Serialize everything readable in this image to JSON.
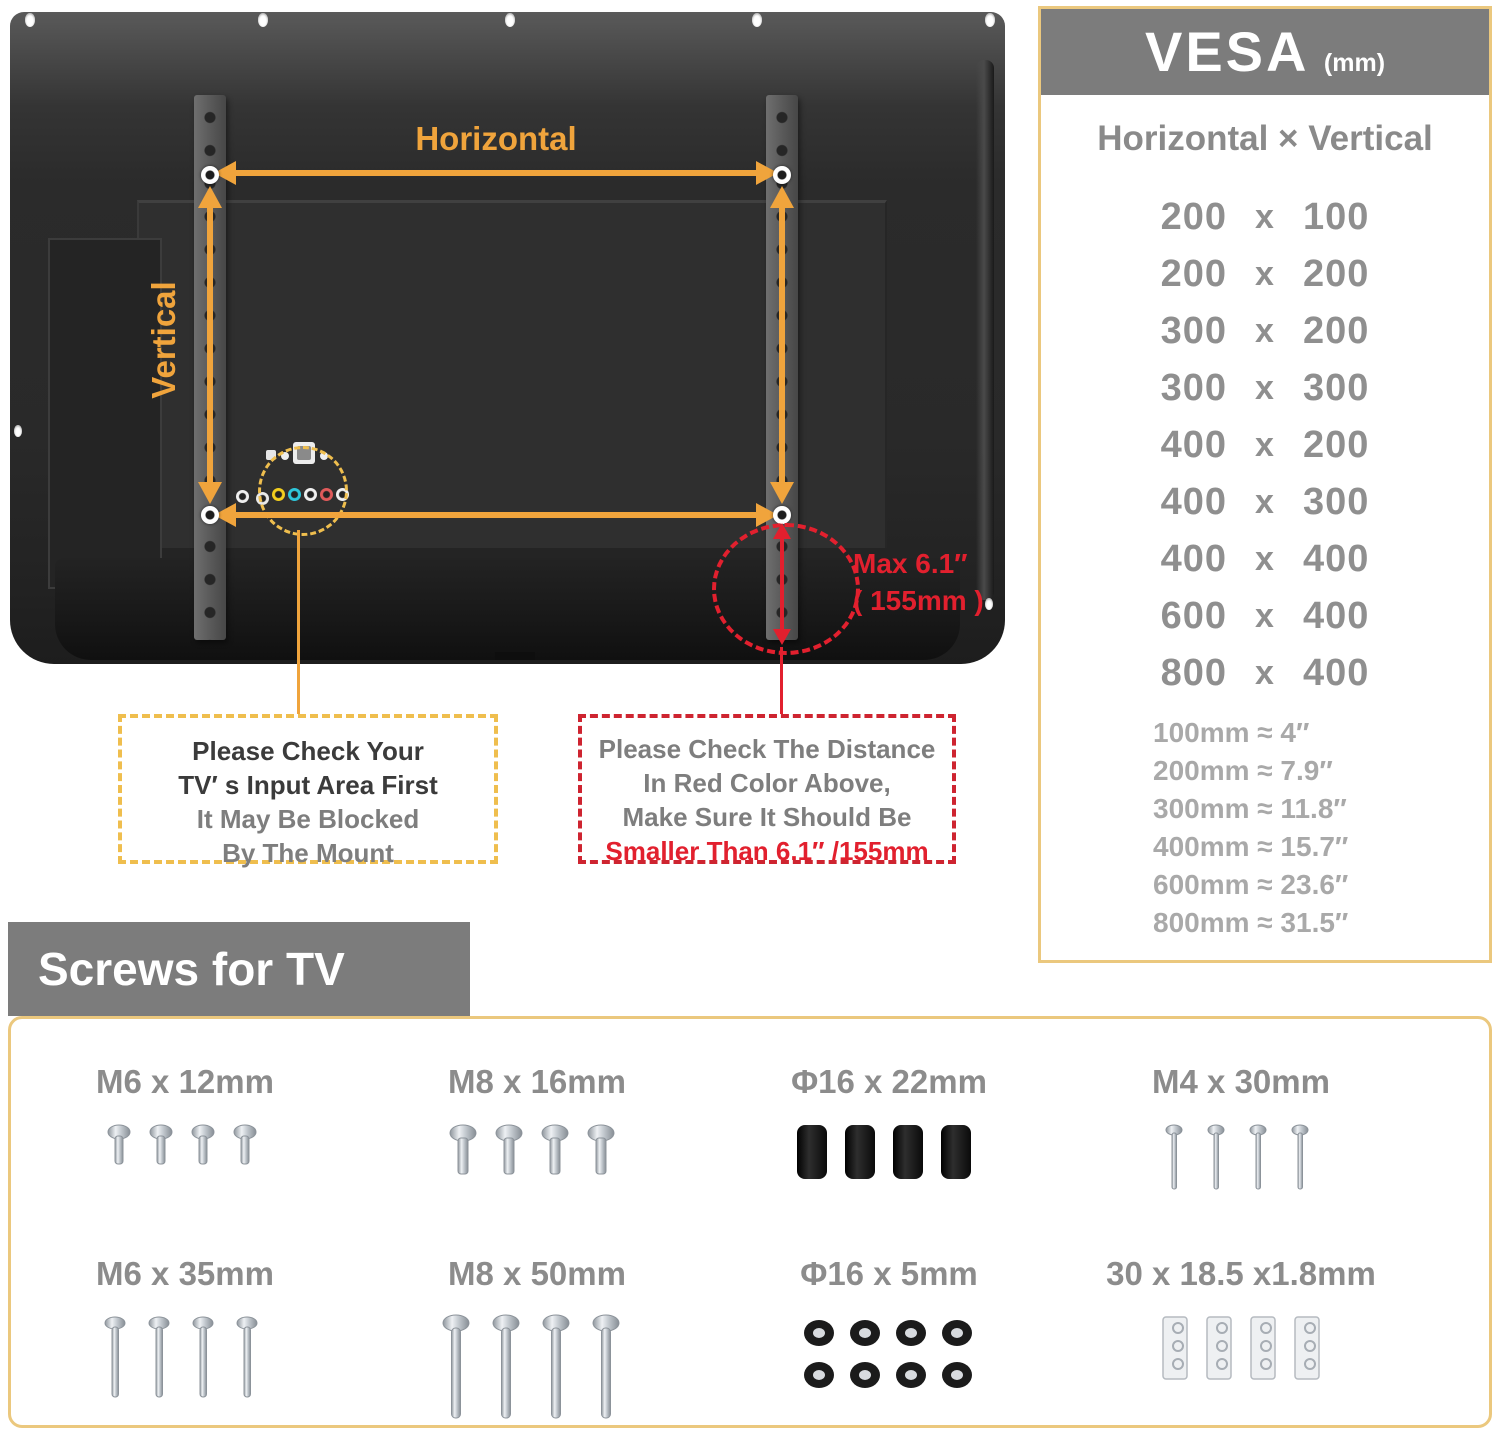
{
  "colors": {
    "accent_orange": "#F0A43C",
    "dash_gold": "#EFBE4E",
    "alert_red": "#E2202E",
    "note_red": "#CE2430",
    "header_gray": "#7C7C7C",
    "panel_border": "#EBC87E",
    "text_gray": "#8F8F8F",
    "text_light_gray": "#A9A9A9",
    "text_dark": "#3B3B3B",
    "note_gray": "#7E7E7E"
  },
  "tv": {
    "horizontal_label": "Horizontal",
    "vertical_label": "Vertical",
    "max_line1": "Max  6.1″",
    "max_line2": "( 155mm )"
  },
  "note_input": {
    "line1": "Please Check Your",
    "line2": "TV′ s Input Area First",
    "line3": "It May Be Blocked",
    "line4": "By The Mount"
  },
  "note_distance": {
    "line1": "Please Check The Distance",
    "line2": "In Red Color Above,",
    "line3": "Make Sure It Should Be",
    "line4": "Smaller Than 6.1″ /155mm"
  },
  "vesa": {
    "title": "VESA",
    "unit": "(mm)",
    "subtitle": "Horizontal × Vertical",
    "sep": "x",
    "sizes": [
      [
        "200",
        "100"
      ],
      [
        "200",
        "200"
      ],
      [
        "300",
        "200"
      ],
      [
        "300",
        "300"
      ],
      [
        "400",
        "200"
      ],
      [
        "400",
        "300"
      ],
      [
        "400",
        "400"
      ],
      [
        "600",
        "400"
      ],
      [
        "800",
        "400"
      ]
    ],
    "conversions": [
      "100mm ≈ 4″",
      "200mm ≈ 7.9″",
      "300mm ≈ 11.8″",
      "400mm ≈ 15.7″",
      "600mm ≈ 23.6″",
      "800mm ≈ 31.5″"
    ]
  },
  "screws": {
    "header": "Screws for TV",
    "items": [
      {
        "label": "M6 x 12mm"
      },
      {
        "label": "M8 x 16mm"
      },
      {
        "label": "Φ16 x 22mm"
      },
      {
        "label": "M4 x 30mm"
      },
      {
        "label": "M6 x 35mm"
      },
      {
        "label": "M8 x 50mm"
      },
      {
        "label": "Φ16 x 5mm"
      },
      {
        "label": "30 x 18.5 x1.8mm"
      }
    ]
  }
}
